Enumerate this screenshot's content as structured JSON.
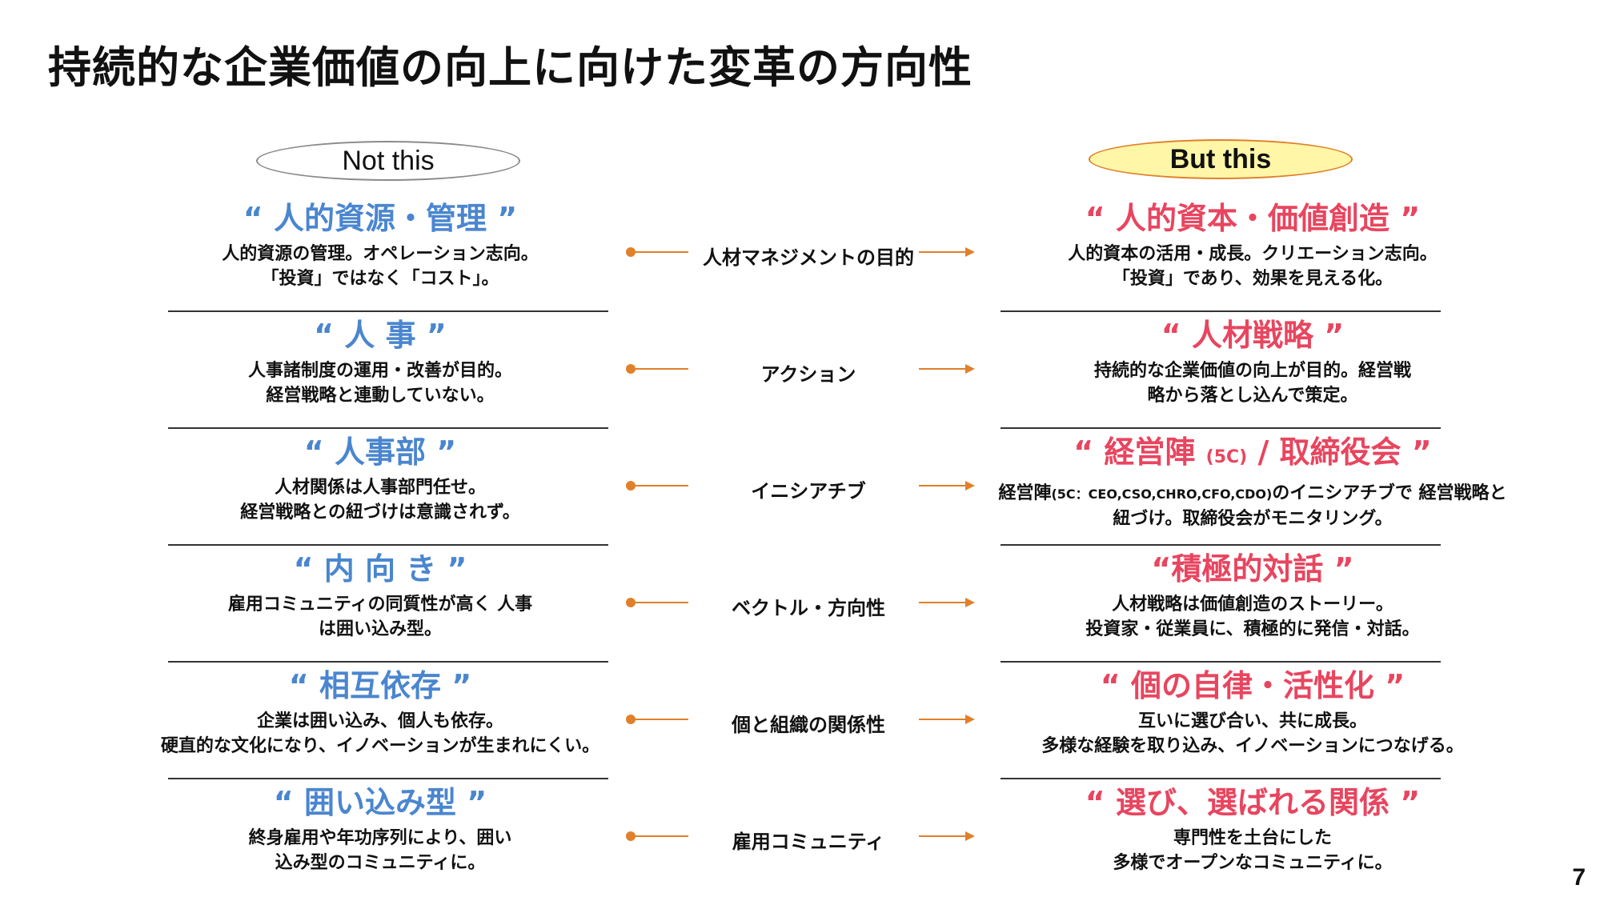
{
  "title": "持続的な企業価値の向上に向けた変革の方向性",
  "left_header": "Not this",
  "right_header": "But this",
  "rows": [
    {
      "left_head": "“ 人的資源・管理 ”",
      "left_desc": [
        "人的資源の管理。オペレーション志向。",
        "「投資」ではなく「コスト」。"
      ],
      "center": "人材マネジメントの目的",
      "right_head": "“ 人的資本・価値創造 ”",
      "right_desc": [
        "人的資本の活用・成長。クリエーション志向。",
        "「投資」であり、効果を見える化。"
      ]
    },
    {
      "left_head": "“ 人 事 ”",
      "left_desc": [
        "人事諸制度の運用・改善が目的。",
        "経営戦略と連動していない。"
      ],
      "center": "アクション",
      "right_head": "“ 人材戦略 ”",
      "right_desc": [
        "持続的な企業価値の向上が目的。経営戦",
        "略から落とし込んで策定。"
      ]
    },
    {
      "left_head": "“ 人事部 ”",
      "left_desc": [
        "人材関係は人事部門任せ。",
        "経営戦略との紐づけは意識されず。"
      ],
      "center": "イニシアチブ",
      "right_head_a": "“ 経営陣 ",
      "right_head_small": "(5C)",
      "right_head_b": " / 取締役会 ”",
      "right_desc_a": "経営陣",
      "right_desc_tiny": "(5C：CEO,CSO,CHRO,CFO,CDO)",
      "right_desc_b": "のイニシアチブで 経営戦略と",
      "right_desc_2": "紐づけ。取締役会がモニタリング。"
    },
    {
      "left_head": "“ 内 向 き ”",
      "left_desc": [
        "雇用コミュニティの同質性が高く 人事",
        "は囲い込み型。"
      ],
      "center": "ベクトル・方向性",
      "right_head": "“積極的対話 ”",
      "right_desc": [
        "人材戦略は価値創造のストーリー。",
        "投資家・従業員に、積極的に発信・対話。"
      ]
    },
    {
      "left_head": "“ 相互依存 ”",
      "left_desc": [
        "企業は囲い込み、個人も依存。",
        "硬直的な文化になり、イノベーションが生まれにくい。"
      ],
      "center": "個と組織の関係性",
      "right_head": "“ 個の自律・活性化 ”",
      "right_desc": [
        "互いに選び合い、共に成長。",
        "多様な経験を取り込み、イノベーションにつなげる。"
      ]
    },
    {
      "left_head": "“ 囲い込み型 ”",
      "left_desc": [
        "終身雇用や年功序列により、囲い",
        "込み型のコミュニティに。"
      ],
      "center": "雇用コミュニティ",
      "right_head": "“ 選び、選ばれる関係 ”",
      "right_desc": [
        "専門性を土台にした",
        "多様でオープンなコミュニティに。"
      ]
    }
  ],
  "page_number": "7",
  "colors": {
    "left_accent": "#4a86cf",
    "right_accent": "#e8455f",
    "arrow": "#e0802a",
    "highlight": "#fff6a8"
  }
}
